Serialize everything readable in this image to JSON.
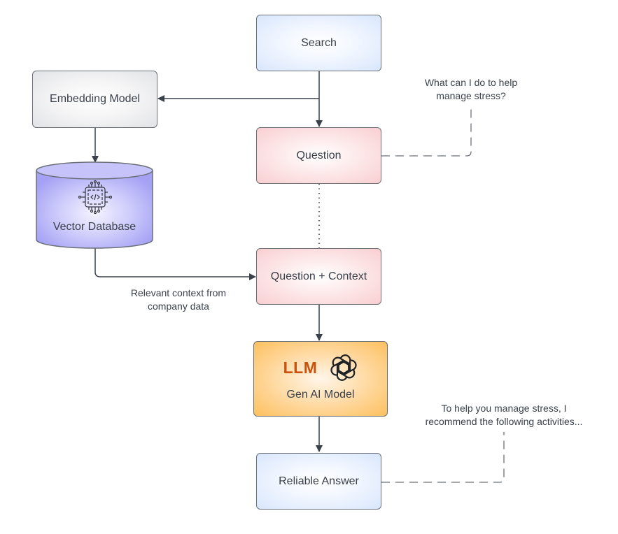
{
  "diagram": {
    "nodes": {
      "search": "Search",
      "embedding_model": "Embedding Model",
      "vector_database": "Vector Database",
      "question": "Question",
      "question_context": "Question + Context",
      "llm": {
        "title": "LLM",
        "subtitle": "Gen AI Model",
        "icon": "openai-logo-icon"
      },
      "reliable_answer": "Reliable Answer"
    },
    "notes": {
      "user_question_line1": "What can I do to help",
      "user_question_line2": "manage stress?",
      "context_line1": "Relevant context from",
      "context_line2": "company data",
      "answer_line1": "To help you manage stress, I",
      "answer_line2": "recommend the following activities..."
    },
    "icons": {
      "database_icon": "code-chip-icon"
    },
    "colors": {
      "blue_node": "#d8e6fc",
      "gray_node": "#e2e3e6",
      "pink_node": "#f9cfd1",
      "orange_node": "#fcc05e",
      "database_fill": "#a9a5f7",
      "llm_text": "#c9530e",
      "edge": "#3a414a"
    }
  }
}
